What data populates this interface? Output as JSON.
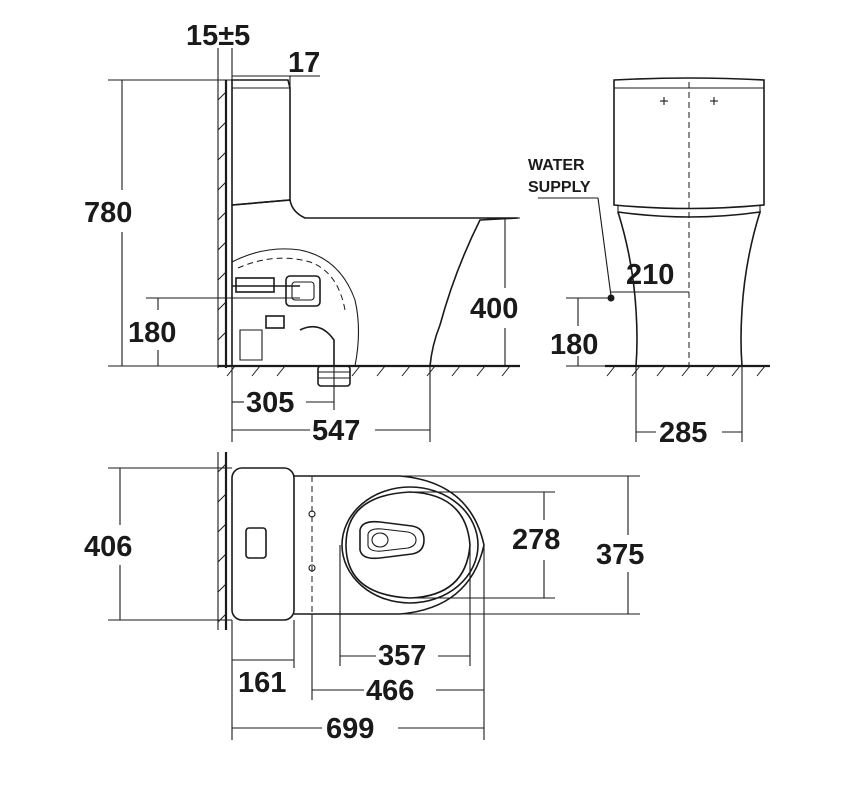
{
  "labels": {
    "wall_gap": "15±5",
    "wall_offset": "17",
    "total_height": "780",
    "seat_height": "400",
    "side_inlet_height": "180",
    "outlet_distance": "305",
    "side_depth": "547",
    "water_supply_line1": "WATER",
    "water_supply_line2": "SUPPLY",
    "supply_offset": "210",
    "front_inlet_height": "180",
    "front_width": "285",
    "tank_width": "406",
    "bowl_opening_width": "278",
    "bowl_width": "375",
    "bowl_opening_length": "357",
    "tank_depth": "161",
    "bowl_length": "466",
    "total_length": "699"
  },
  "colors": {
    "ink": "#1a1a1a",
    "background": "#ffffff"
  }
}
